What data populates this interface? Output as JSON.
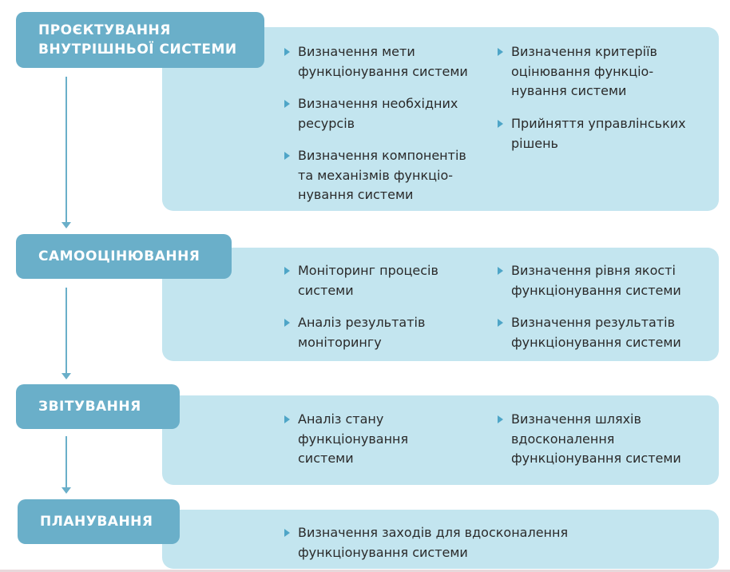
{
  "colors": {
    "stage_box": "#6aafc9",
    "content_box": "#c3e5ef",
    "bullet": "#4ea5c7",
    "text": "#2a2a2a",
    "stage_text": "#ffffff"
  },
  "stages": [
    {
      "title_lines": [
        "ПРОЄКТУВАННЯ",
        "ВНУТРІШНЬОЇ СИСТЕМИ"
      ],
      "items": [
        {
          "lines": [
            "Визначення мети",
            "функціонування системи"
          ]
        },
        {
          "lines": [
            "Визначення необхідних",
            "ресурсів"
          ]
        },
        {
          "lines": [
            "Визначення компонентів",
            "та механізмів функціо-",
            "нування системи"
          ]
        },
        {
          "lines": [
            "Визначення критеріїв",
            "оцінювання функціо-",
            "нування системи"
          ]
        },
        {
          "lines": [
            "Прийняття управлінських",
            "рішень"
          ]
        }
      ]
    },
    {
      "title_lines": [
        "САМООЦІНЮВАННЯ"
      ],
      "items": [
        {
          "lines": [
            "Моніторинг процесів",
            "системи"
          ]
        },
        {
          "lines": [
            "Аналіз результатів",
            "моніторингу"
          ]
        },
        {
          "lines": [
            "Визначення рівня якості",
            "функціонування системи"
          ]
        },
        {
          "lines": [
            "Визначення результатів",
            "функціонування системи"
          ]
        }
      ]
    },
    {
      "title_lines": [
        "ЗВІТУВАННЯ"
      ],
      "items": [
        {
          "lines": [
            "Аналіз стану",
            "функціонування",
            "системи"
          ]
        },
        {
          "lines": [
            "Визначення шляхів",
            "вдосконалення",
            "функціонування системи"
          ]
        }
      ]
    },
    {
      "title_lines": [
        "ПЛАНУВАННЯ"
      ],
      "items": [
        {
          "lines": [
            "Визначення заходів для вдосконалення",
            "функціонування системи"
          ]
        }
      ]
    }
  ]
}
